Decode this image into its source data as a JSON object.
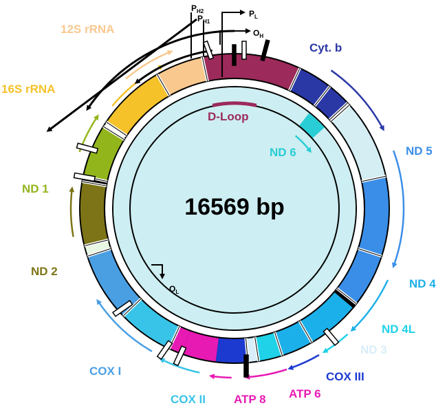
{
  "center_label": "16569 bp",
  "genes": {
    "s12": {
      "label": "12S rRNA",
      "color": "#f9c88e"
    },
    "s16": {
      "label": "16S rRNA",
      "color": "#f5c22a"
    },
    "nd1": {
      "label": "ND 1",
      "color": "#93b51c"
    },
    "nd2": {
      "label": "ND 2",
      "color": "#7c7416"
    },
    "cox1": {
      "label": "COX I",
      "color": "#4a9fe3"
    },
    "cox2": {
      "label": "COX II",
      "color": "#38c4e8"
    },
    "atp8": {
      "label": "ATP 8",
      "color": "#e81ab4"
    },
    "atp6": {
      "label": "ATP 6",
      "color": "#e81ab4"
    },
    "cox3": {
      "label": "COX III",
      "color": "#1c3ad0"
    },
    "nd3": {
      "label": "ND 3",
      "color": "#d9eef8"
    },
    "nd4l": {
      "label": "ND 4L",
      "color": "#1fd2e8"
    },
    "nd4": {
      "label": "ND 4",
      "color": "#1cb0ea"
    },
    "nd5": {
      "label": "ND 5",
      "color": "#3a8ee8"
    },
    "nd6": {
      "label": "ND 6",
      "color": "#28cdd5"
    },
    "cytb": {
      "label": "Cyt. b",
      "color": "#2a38a6"
    },
    "dloop": {
      "label": "D-Loop",
      "color": "#9c2a5a"
    }
  },
  "promoters": {
    "ph2": {
      "base": "P",
      "sub": "H2"
    },
    "ph1": {
      "base": "P",
      "sub": "H1"
    },
    "pl": {
      "base": "P",
      "sub": "L"
    },
    "oh": {
      "base": "O",
      "sub": "H"
    },
    "ol": {
      "base": "O",
      "sub": "L"
    }
  }
}
